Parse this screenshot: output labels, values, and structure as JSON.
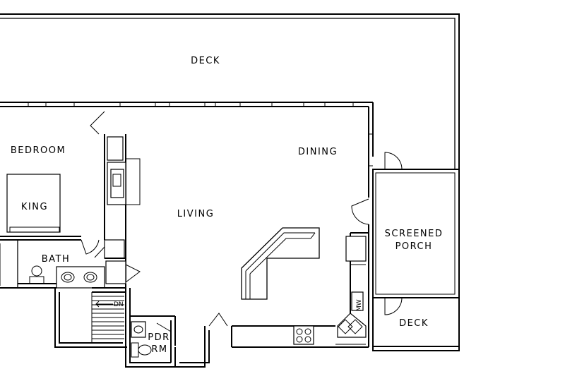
{
  "rooms": {
    "deck_top": "DECK",
    "bedroom": "BEDROOM",
    "king": "KING",
    "bath": "BATH",
    "living": "LIVING",
    "dining": "DINING",
    "screened_porch_line1": "SCREENED",
    "screened_porch_line2": "PORCH",
    "deck_right": "DECK",
    "pdr_line1": "PDR",
    "pdr_line2": "RM"
  },
  "annotations": {
    "stair_dn": "DN",
    "fridge": "MW"
  }
}
